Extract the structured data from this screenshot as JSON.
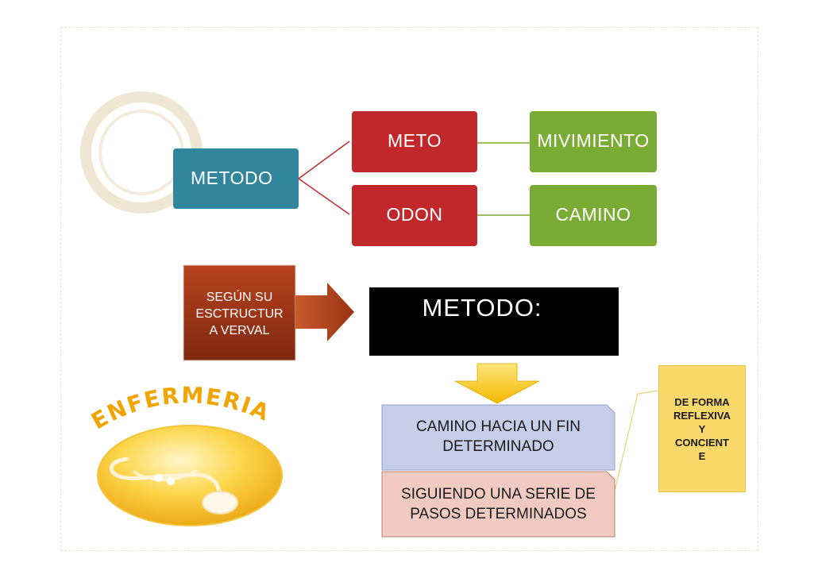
{
  "diagram": {
    "root": "METODO",
    "branches": [
      {
        "part": "METO",
        "meaning": "MIVIMIENTO"
      },
      {
        "part": "ODON",
        "meaning": "CAMINO"
      }
    ],
    "arrow_label": "SEGÚN SU ESCTRUCTUR A VERVAL",
    "arrow_lines": [
      "SEGÚN SU",
      "ESCTRUCTUR",
      "A VERVAL"
    ],
    "definition_title": "METODO:",
    "definition_lines": [
      "CAMINO HACIA  UN FIN",
      "DETERMINADO"
    ],
    "steps_lines": [
      "SIGUIENDO UNA SERIE DE",
      "PASOS DETERMINADOS"
    ],
    "note_lines": [
      "DE FORMA",
      "REFLEXIVA",
      "Y",
      "CONCIENT",
      "E"
    ]
  },
  "logo": {
    "text": "ENFERMERIA"
  },
  "colors": {
    "teal": "#31869b",
    "red": "#c0282c",
    "green": "#7aab34",
    "brown": "#9b3416",
    "yellow": "#f6c10c",
    "lavender": "#c6cde8",
    "pink": "#f0c9c0",
    "note": "#fbd86a"
  }
}
